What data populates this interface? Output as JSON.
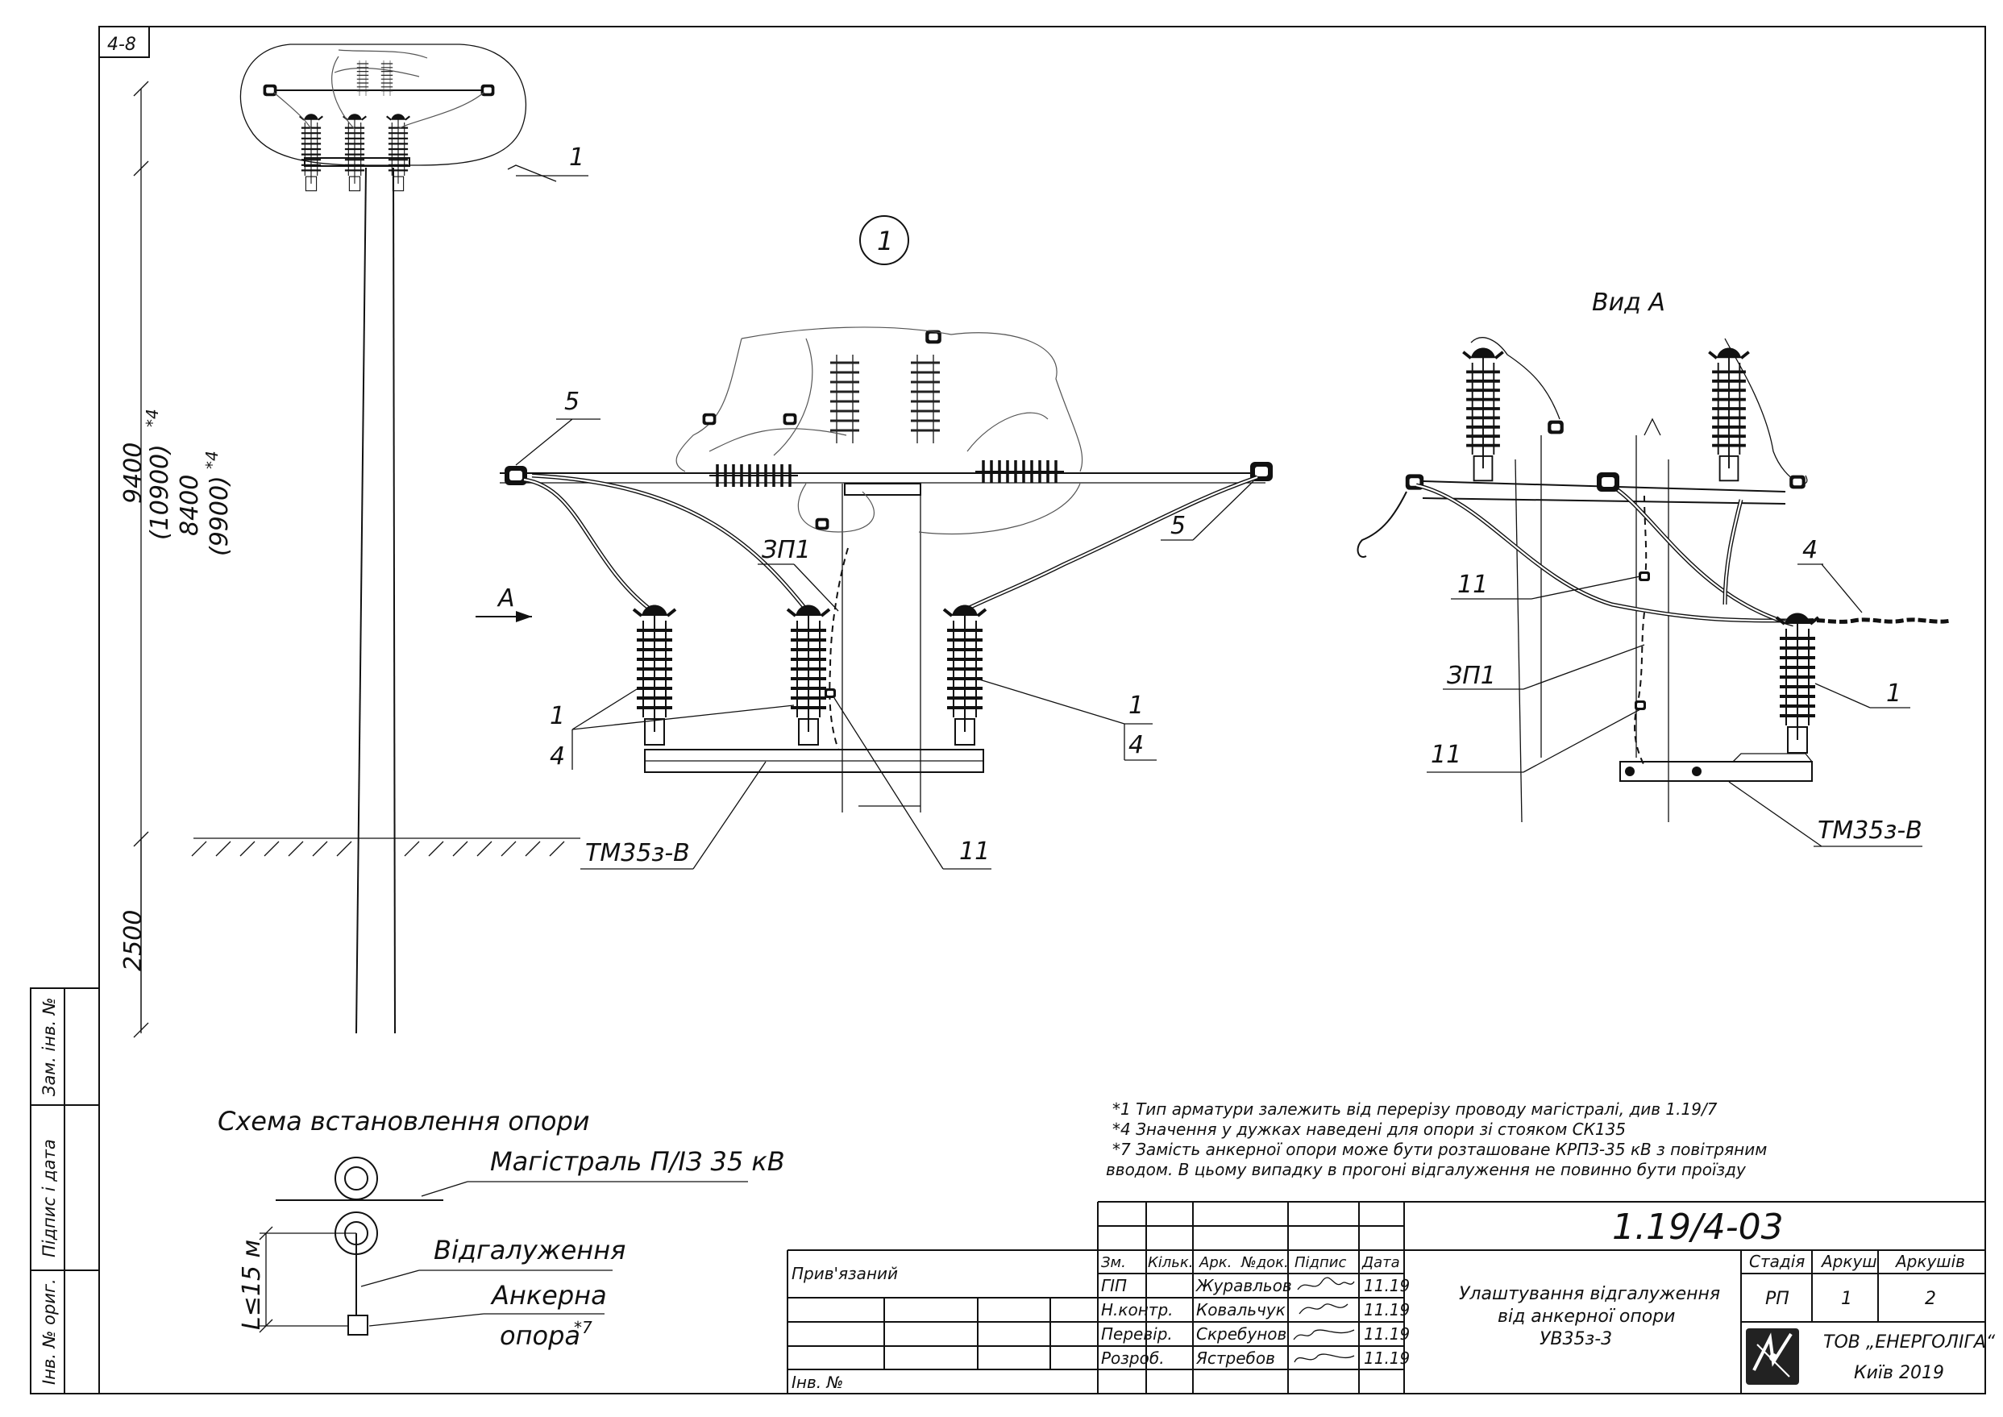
{
  "sheet_id": "4-8",
  "elevation": {
    "heights": [
      "9400",
      "(10900)",
      "*4",
      "8400",
      "(9900)",
      "*4"
    ],
    "foundation": "2500"
  },
  "main_view": {
    "detail_circle": "1",
    "arrow_label": "А",
    "labels": {
      "top_callout": "1",
      "left_anchor": "5",
      "right_anchor": "5",
      "zp_label": "ЗП1",
      "left_1": "1",
      "left_4": "4",
      "right_1": "1",
      "right_4": "4",
      "bottom_11": "11",
      "bottom_model": "ТМ35з-В"
    }
  },
  "view_a": {
    "title": "Вид А",
    "labels": {
      "label_4": "4",
      "label_11_top": "11",
      "label_zp": "ЗП1",
      "label_1": "1",
      "label_11_bottom": "11",
      "label_model": "ТМ35з-В"
    }
  },
  "scheme": {
    "title": "Схема встановлення опори",
    "mainline": "Магістраль П/ІЗ 35 кВ",
    "branch": "Відгалуження",
    "anchor": "Анкерна",
    "anchor2": "опора",
    "anchor_note": "*7",
    "distance": "L≤15 м"
  },
  "notes": [
    "*1 Тип арматури залежить від перерізу проводу магістралі, див 1.19/7",
    "*4 Значення у дужках наведені для опори зі стояком СК135",
    "*7 Замість анкерної опори може бути розташоване КРПЗ-35 кВ з повітряним",
    "вводом. В цьому випадку в прогоні відгалуження не повинно бути проїзду"
  ],
  "margin_stamps": [
    "Зам. інв. №",
    "Підпис і дата",
    "Інв. № ориг."
  ],
  "title_block": {
    "doc_number": "1.19/4-03",
    "attached": "Прив'язаний",
    "inv_no": "Інв. №",
    "header": [
      "Зм.",
      "Кільк.",
      "Арк.",
      "№док.",
      "Підпис",
      "Дата"
    ],
    "staff": [
      {
        "role": "ГІП",
        "name": "Журавльов",
        "date": "11.19"
      },
      {
        "role": "Н.контр.",
        "name": "Ковальчук",
        "date": "11.19"
      },
      {
        "role": "Перевір.",
        "name": "Скребунов",
        "date": "11.19"
      },
      {
        "role": "Розроб.",
        "name": "Ястребов",
        "date": "11.19"
      }
    ],
    "description": [
      "Улаштування відгалуження",
      "від анкерної опори",
      "УВ35з-3"
    ],
    "stage_header": [
      "Стадія",
      "Аркуш",
      "Аркушів"
    ],
    "stage_values": [
      "РП",
      "1",
      "2"
    ],
    "company": "ТОВ „ЕНЕРГОЛІГА“",
    "city_year": "Київ 2019"
  }
}
